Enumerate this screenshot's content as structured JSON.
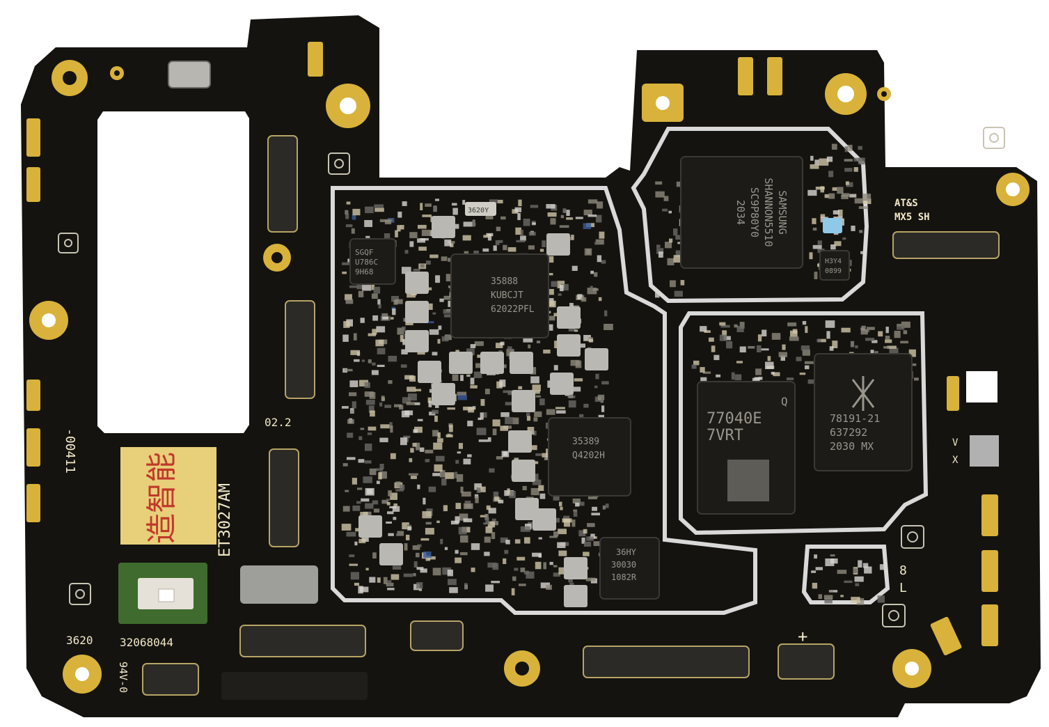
{
  "image": {
    "subject": "Smartphone logic board (PCB), back side",
    "colors": {
      "board": "#14130f",
      "gold": "#d8b23a",
      "gold_dark": "#9a7a1c",
      "shield": "#d9d9d9",
      "silkscreen": "#f2e9c8",
      "chip": "#1c1b18",
      "chip_text": "#9a968c",
      "tape": "#e8cf7a",
      "tape_text": "#c0392b",
      "module_green": "#3f6b2e"
    },
    "labels": {
      "ats": "AT&S",
      "mx5": "MX5 SH",
      "et": "ET3027AM",
      "ver": "02.2",
      "code_a": "-00411",
      "code_b": "3620",
      "code_c": "32068044",
      "code_d": "94V-0",
      "plus": "+",
      "eight": "8",
      "el": "L",
      "vx1": "V",
      "vx2": "X",
      "tape_text": "造智能"
    },
    "chips": {
      "samsung": [
        "SAMSUNG",
        "SHANNON5510",
        "SC9P80Y0",
        "2034"
      ],
      "q770": [
        "77040E",
        "7VRT"
      ],
      "q770_logo": "Q",
      "skyworks": [
        "78191-21",
        "637292",
        "2030   MX"
      ],
      "pmic": [
        "35888",
        "KUBCJT",
        "62022PFL"
      ],
      "c35389": [
        "35389",
        "Q4202H"
      ],
      "c36hy": [
        "36HY",
        "30030",
        "1082R"
      ],
      "sgqf": [
        "SGQF",
        "U786C",
        "9H68"
      ],
      "h3y4": [
        "H3Y4",
        "0899"
      ],
      "small": "3620Y"
    }
  }
}
